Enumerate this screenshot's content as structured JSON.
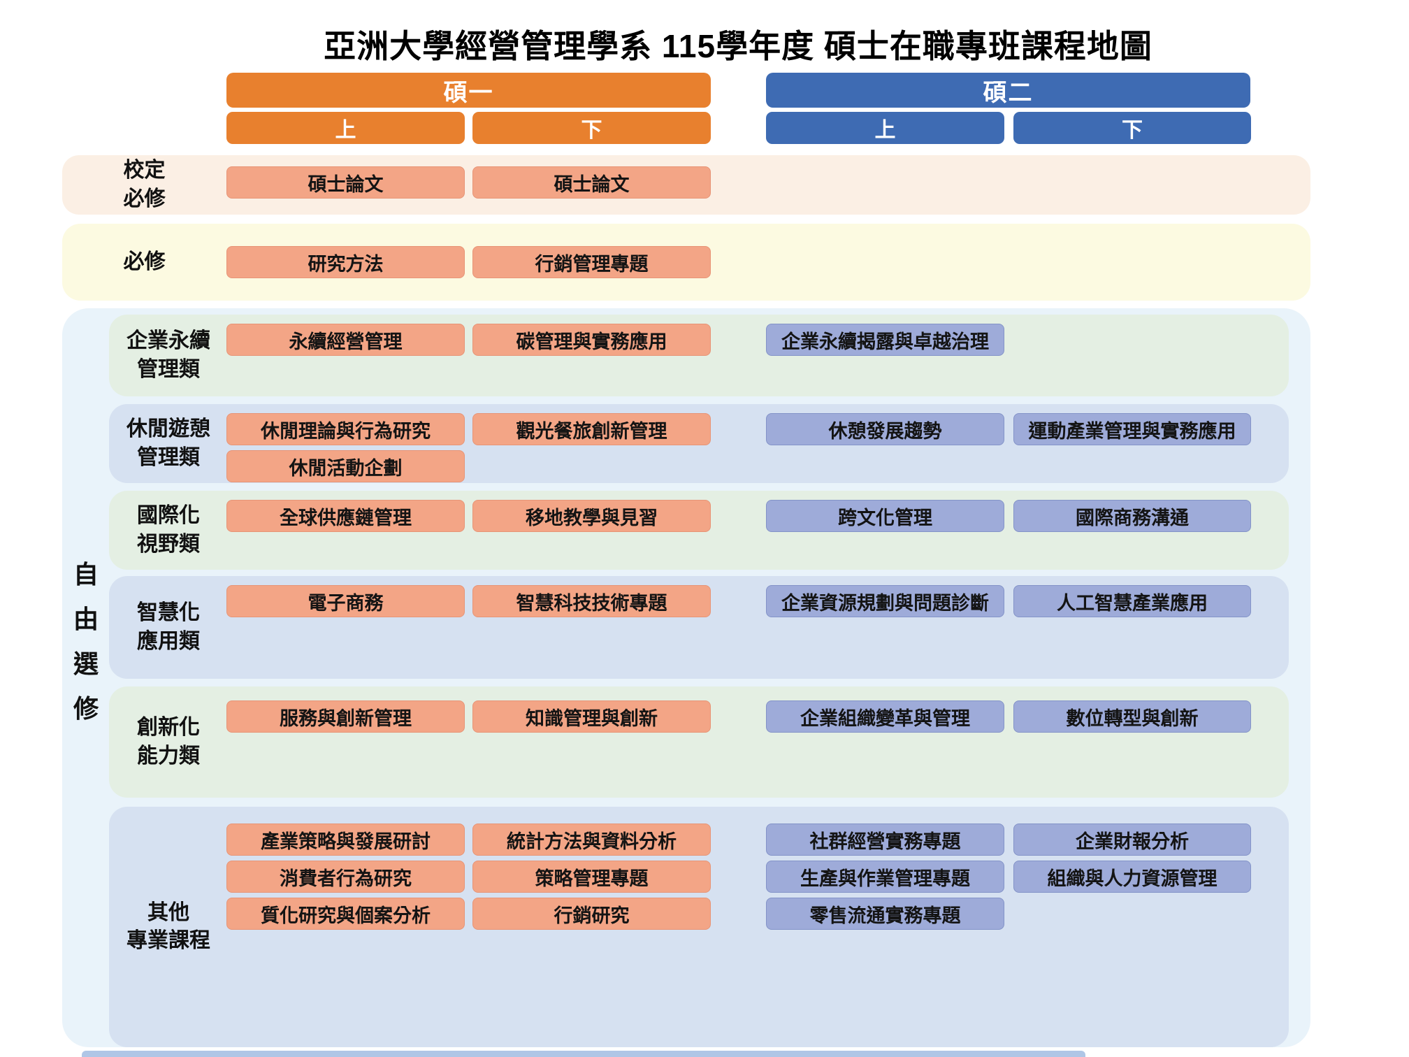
{
  "title": "亞洲大學經營管理學系 115學年度 碩士在職專班課程地圖",
  "header": {
    "year1": {
      "label": "碩一"
    },
    "year2": {
      "label": "碩二"
    },
    "semesters": [
      "上",
      "下"
    ]
  },
  "colors": {
    "year1_header": "#E8802E",
    "year2_header": "#3E6BB3",
    "year1_chip": "#F3A586",
    "year2_chip": "#9EABD9",
    "school_required_band": "#FBEFE4",
    "required_band": "#FCFAE1",
    "elective_outer_band": "#E9F3FA",
    "category_green_band": "#E4EFE3",
    "category_blue_band": "#D6E1F1"
  },
  "required_rows": [
    {
      "id": "school-required",
      "label_lines": [
        "校定",
        "必修"
      ],
      "courses": [
        {
          "title": "碩士論文",
          "col": 0,
          "row": 0
        },
        {
          "title": "碩士論文",
          "col": 1,
          "row": 0
        }
      ]
    },
    {
      "id": "required",
      "label_lines": [
        "必修"
      ],
      "courses": [
        {
          "title": "研究方法",
          "col": 0,
          "row": 0
        },
        {
          "title": "行銷管理專題",
          "col": 1,
          "row": 0
        }
      ]
    }
  ],
  "elective": {
    "label_chars": [
      "自",
      "由",
      "選",
      "修"
    ],
    "categories": [
      {
        "id": "sustainability",
        "label_lines": [
          "企業永續",
          "管理類"
        ],
        "tone": "green",
        "courses": [
          {
            "title": "永續經營管理",
            "col": 0,
            "row": 0
          },
          {
            "title": "碳管理與實務應用",
            "col": 1,
            "row": 0
          },
          {
            "title": "企業永續揭露與卓越治理",
            "col": 2,
            "row": 0
          }
        ]
      },
      {
        "id": "leisure",
        "label_lines": [
          "休閒遊憩",
          "管理類"
        ],
        "tone": "blue",
        "courses": [
          {
            "title": "休閒理論與行為研究",
            "col": 0,
            "row": 0
          },
          {
            "title": "觀光餐旅創新管理",
            "col": 1,
            "row": 0
          },
          {
            "title": "休憩發展趨勢",
            "col": 2,
            "row": 0
          },
          {
            "title": "運動產業管理與實務應用",
            "col": 3,
            "row": 0
          },
          {
            "title": "休閒活動企劃",
            "col": 0,
            "row": 1
          }
        ]
      },
      {
        "id": "international",
        "label_lines": [
          "國際化",
          "視野類"
        ],
        "tone": "green",
        "courses": [
          {
            "title": "全球供應鏈管理",
            "col": 0,
            "row": 0
          },
          {
            "title": "移地教學與見習",
            "col": 1,
            "row": 0
          },
          {
            "title": "跨文化管理",
            "col": 2,
            "row": 0
          },
          {
            "title": "國際商務溝通",
            "col": 3,
            "row": 0
          }
        ]
      },
      {
        "id": "smart",
        "label_lines": [
          "智慧化",
          "應用類"
        ],
        "tone": "blue",
        "courses": [
          {
            "title": "電子商務",
            "col": 0,
            "row": 0
          },
          {
            "title": "智慧科技技術專題",
            "col": 1,
            "row": 0
          },
          {
            "title": "企業資源規劃與問題診斷",
            "col": 2,
            "row": 0
          },
          {
            "title": "人工智慧產業應用",
            "col": 3,
            "row": 0
          }
        ]
      },
      {
        "id": "innovation",
        "label_lines": [
          "創新化",
          "能力類"
        ],
        "tone": "green",
        "courses": [
          {
            "title": "服務與創新管理",
            "col": 0,
            "row": 0
          },
          {
            "title": "知識管理與創新",
            "col": 1,
            "row": 0
          },
          {
            "title": "企業組織變革與管理",
            "col": 2,
            "row": 0
          },
          {
            "title": "數位轉型與創新",
            "col": 3,
            "row": 0
          }
        ]
      },
      {
        "id": "others",
        "label_lines": [
          "其他",
          "專業課程"
        ],
        "tone": "blue",
        "courses": [
          {
            "title": "產業策略與發展研討",
            "col": 0,
            "row": 0
          },
          {
            "title": "統計方法與資料分析",
            "col": 1,
            "row": 0
          },
          {
            "title": "社群經營實務專題",
            "col": 2,
            "row": 0
          },
          {
            "title": "企業財報分析",
            "col": 3,
            "row": 0
          },
          {
            "title": "消費者行為研究",
            "col": 0,
            "row": 1
          },
          {
            "title": "策略管理專題",
            "col": 1,
            "row": 1
          },
          {
            "title": "生產與作業管理專題",
            "col": 2,
            "row": 1
          },
          {
            "title": "組織與人力資源管理",
            "col": 3,
            "row": 1
          },
          {
            "title": "質化研究與個案分析",
            "col": 0,
            "row": 2
          },
          {
            "title": "行銷研究",
            "col": 1,
            "row": 2
          },
          {
            "title": "零售流通實務專題",
            "col": 2,
            "row": 2
          }
        ]
      }
    ]
  }
}
